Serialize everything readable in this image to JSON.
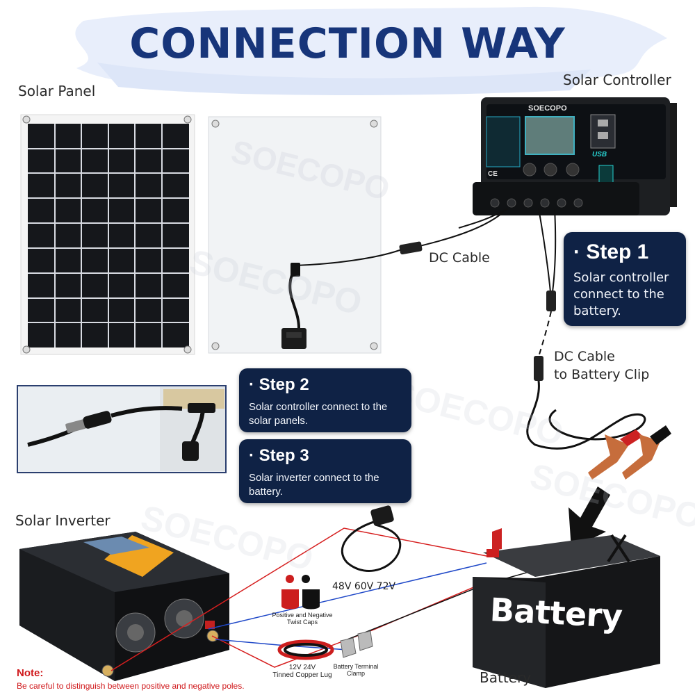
{
  "title": "CONNECTION WAY",
  "brand_watermark": "SOECOPO",
  "labels": {
    "solar_panel": "Solar Panel",
    "solar_controller": "Solar Controller",
    "dc_cable": "DC Cable",
    "dc_cable_battery_clip_line1": "DC Cable",
    "dc_cable_battery_clip_line2": "to Battery Clip",
    "solar_inverter": "Solar Inverter",
    "battery": "Battery",
    "battery_front": "Battery",
    "voltages": "48V 60V 72V",
    "twist_caps_line1": "Positive and Negative",
    "twist_caps_line2": "Twist Caps",
    "copper_lug_line1": "12V 24V",
    "copper_lug_line2": "Tinned Copper Lug",
    "terminal_clamp_line1": "Battery Terminal",
    "terminal_clamp_line2": "Clamp"
  },
  "controller": {
    "brand": "SOECOPO",
    "usb_label": "USB",
    "ce_mark": "CE"
  },
  "steps": [
    {
      "heading": "· Step 1",
      "text": "Solar controller connect to the battery."
    },
    {
      "heading": "· Step 2",
      "text": "Solar controller connect to the solar panels."
    },
    {
      "heading": "· Step 3",
      "text": "Solar inverter connect to the battery."
    }
  ],
  "note": {
    "heading": "Note:",
    "text": "Be careful to distinguish between positive and negative poles."
  },
  "colors": {
    "title": "#17357a",
    "card": "#0f2245",
    "note": "#d0191c",
    "wire_red": "#d61f1f",
    "wire_blue": "#1f48c8",
    "background_splash": "#e8eefb"
  }
}
